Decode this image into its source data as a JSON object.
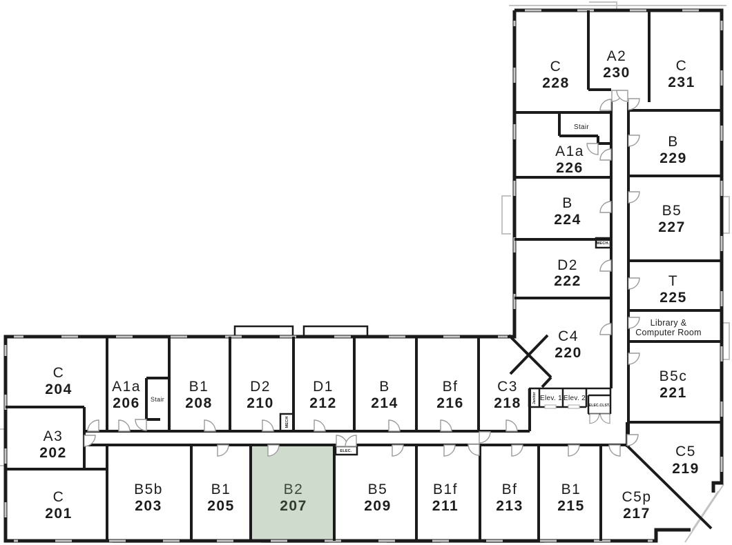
{
  "plan": {
    "name": "second-floor-plan",
    "highlighted_unit": "B2 207",
    "colors": {
      "wall": "#1b1b1b",
      "window": "#c9c9c9",
      "door": "#9a9a9a",
      "highlight_fill": "#cfdbcd",
      "highlight_text": "#3c4a3a",
      "text": "#1c1c1c"
    }
  },
  "rooms": [
    {
      "type": "C",
      "number": "228"
    },
    {
      "type": "A2",
      "number": "230"
    },
    {
      "type": "C",
      "number": "231"
    },
    {
      "type": "A1a",
      "number": "226"
    },
    {
      "type": "B",
      "number": "229"
    },
    {
      "type": "B",
      "number": "224"
    },
    {
      "type": "B5",
      "number": "227"
    },
    {
      "type": "D2",
      "number": "222"
    },
    {
      "type": "T",
      "number": "225"
    },
    {
      "type": "C4",
      "number": "220"
    },
    {
      "type": "B5c",
      "number": "221"
    },
    {
      "type": "C5",
      "number": "219"
    },
    {
      "type": "C",
      "number": "204"
    },
    {
      "type": "A1a",
      "number": "206"
    },
    {
      "type": "B1",
      "number": "208"
    },
    {
      "type": "D2",
      "number": "210"
    },
    {
      "type": "D1",
      "number": "212"
    },
    {
      "type": "B",
      "number": "214"
    },
    {
      "type": "Bf",
      "number": "216"
    },
    {
      "type": "C3",
      "number": "218"
    },
    {
      "type": "A3",
      "number": "202"
    },
    {
      "type": "C",
      "number": "201"
    },
    {
      "type": "B5b",
      "number": "203"
    },
    {
      "type": "B1",
      "number": "205"
    },
    {
      "type": "B2",
      "number": "207",
      "highlighted": true
    },
    {
      "type": "B5",
      "number": "209"
    },
    {
      "type": "B1f",
      "number": "211"
    },
    {
      "type": "Bf",
      "number": "213"
    },
    {
      "type": "B1",
      "number": "215"
    },
    {
      "type": "C5p",
      "number": "217"
    }
  ],
  "labels": {
    "library_line1": "Library &",
    "library_line2": "Computer Room",
    "stair_upper": "Stair",
    "stair_lower": "Stair",
    "elev1": "Elev. 1",
    "elev2": "Elev. 2",
    "elec_clst": "ELEC.CLST.",
    "janitor": "Janitor",
    "mech_upper": "MECH.",
    "mech_lower": "MECH",
    "elec": "ELEC."
  }
}
